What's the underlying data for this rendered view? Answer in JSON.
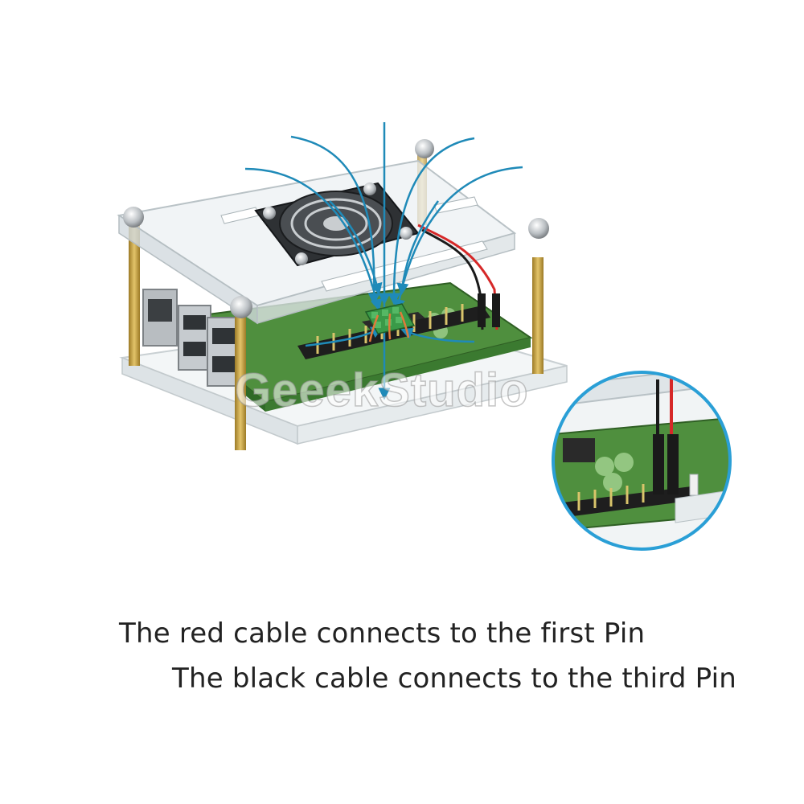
{
  "watermark": "GeeekStudio",
  "captions": {
    "line1": "The red cable connects to the first Pin",
    "line2": "The black cable connects to the third Pin"
  },
  "colors": {
    "airflow_arrows": "#1f8ab8",
    "zoom_ring": "#2a9fd6",
    "pcb_green": "#4f8f3e",
    "brass_standoff": "#c9a443",
    "acrylic": "#e9eef0",
    "red_wire": "#d62828",
    "black_wire": "#1a1a1a"
  },
  "icons": [
    "fan-icon",
    "airflow-arrow-icon",
    "zoom-inset-circle"
  ]
}
